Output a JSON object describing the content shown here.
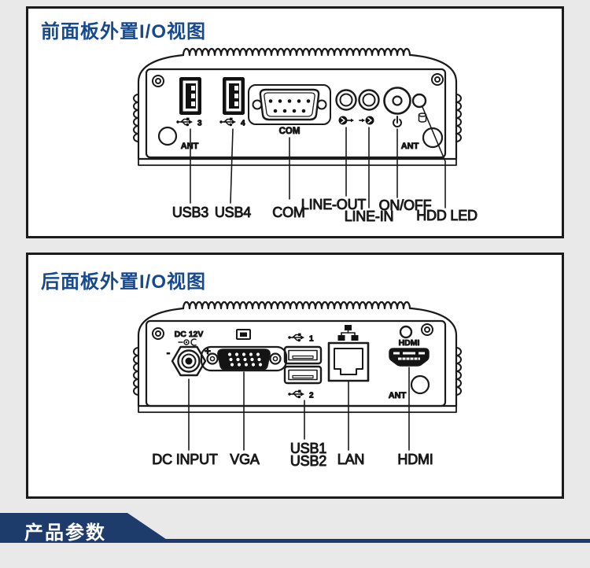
{
  "colors": {
    "page_bg": "#e9e9e9",
    "box_bg": "#ffffff",
    "box_border": "#1b1b1b",
    "title_blue": "#17498f",
    "banner_navy": "#1d3b6b",
    "line_art": "#1a1a1a"
  },
  "front_panel": {
    "title": "前面板外置I/O视图",
    "marks": {
      "usb3": "3",
      "usb4": "4",
      "com": "COM",
      "ant_left": "ANT",
      "ant_right": "ANT"
    },
    "labels": {
      "usb3": "USB3",
      "usb4": "USB4",
      "com": "COM",
      "line_out": "LINE-OUT",
      "line_in": "LINE-IN",
      "on_off": "ON/OFF",
      "hdd_led": "HDD LED"
    }
  },
  "rear_panel": {
    "title": "后面板外置I/O视图",
    "marks": {
      "dc": "DC 12V",
      "minus": "-",
      "plus": "+",
      "usb1": "1",
      "usb2": "2",
      "hdmi": "HDMI",
      "ant": "ANT"
    },
    "labels": {
      "dc_input": "DC INPUT",
      "vga": "VGA",
      "usb1": "USB1",
      "usb2": "USB2",
      "lan": "LAN",
      "hdmi": "HDMI"
    }
  },
  "footer": {
    "section_title": "产品参数"
  }
}
